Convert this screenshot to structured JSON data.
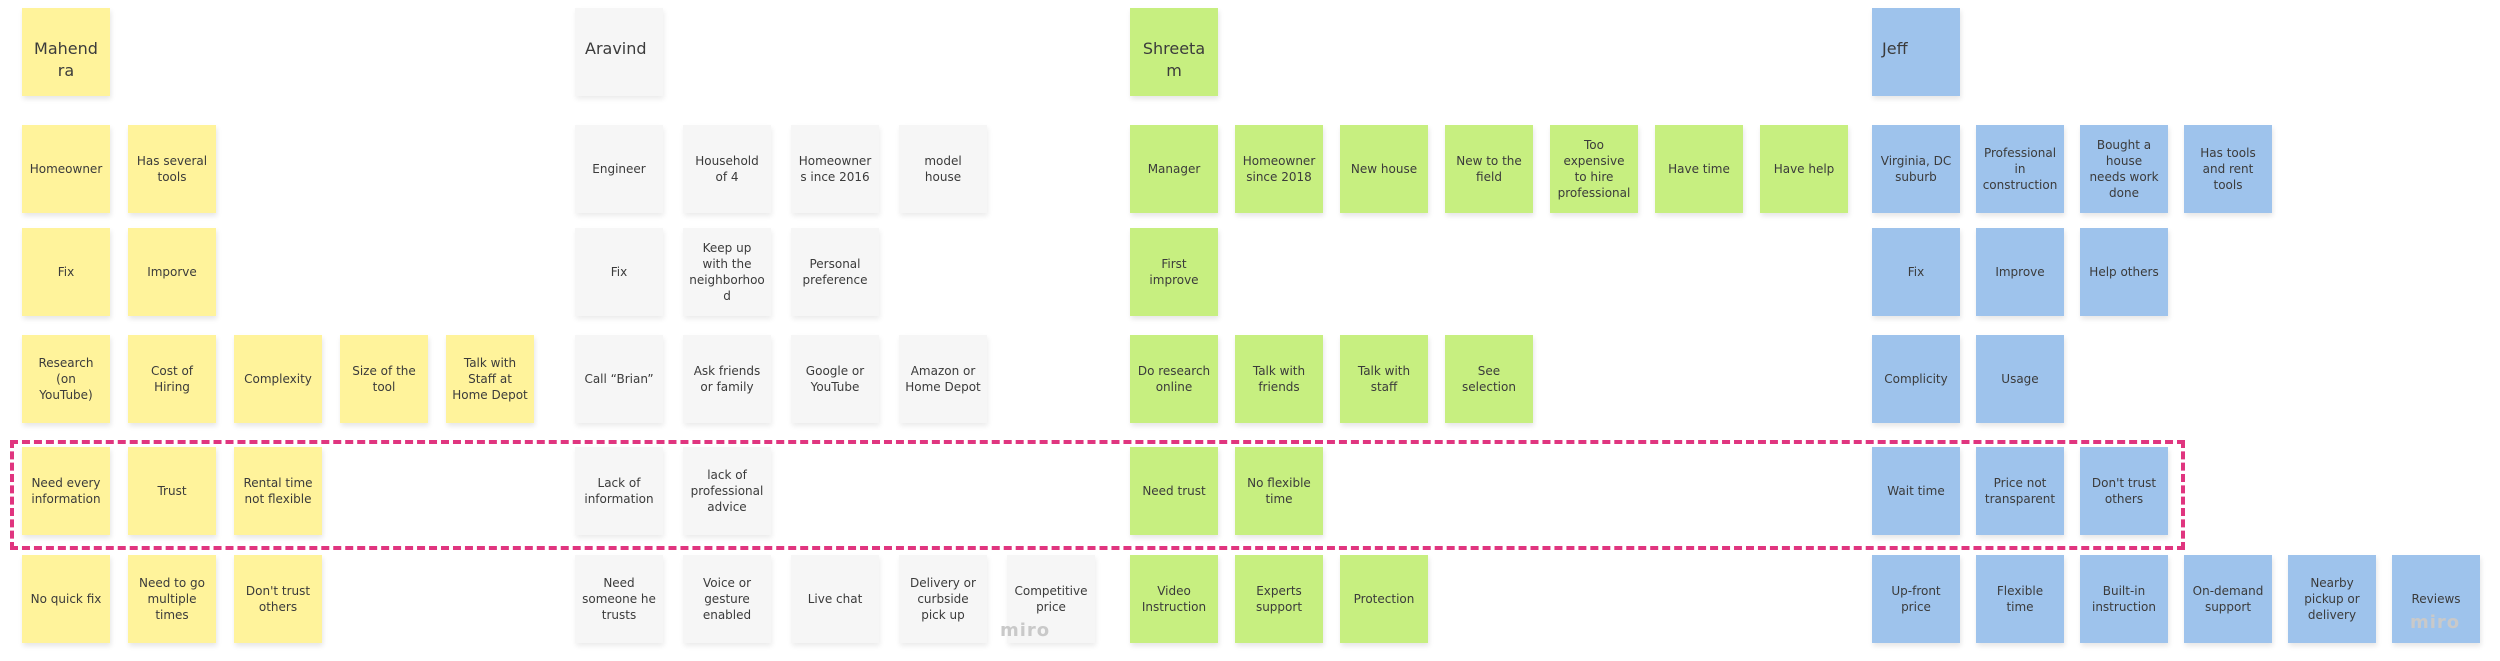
{
  "colors": {
    "yellow": "#fff39b",
    "white": "#f6f6f6",
    "green": "#c7ef80",
    "blue": "#9ec3ec",
    "highlight": "#e0357f"
  },
  "watermark": "miro",
  "columns": [
    {
      "name": "Mahendra",
      "color": "yellow",
      "rows": [
        [
          "Homeowner",
          "Has several tools"
        ],
        [
          "Fix",
          "Imporve"
        ],
        [
          "Research (on YouTube)",
          "Cost of Hiring",
          "Complexity",
          "Size of the tool",
          "Talk with Staff at Home Depot"
        ],
        [
          "Need every information",
          "Trust",
          "Rental time not flexible"
        ],
        [
          "No quick fix",
          "Need to go multiple times",
          "Don't trust others"
        ]
      ]
    },
    {
      "name": "Aravind",
      "color": "white",
      "rows": [
        [
          "Engineer",
          "Household of 4",
          "Homeowner s ince 2016",
          "model house"
        ],
        [
          "Fix",
          "Keep up with the neighborhoo d",
          "Personal preference"
        ],
        [
          "Call “Brian”",
          "Ask friends or family",
          "Google or YouTube",
          "Amazon or Home Depot"
        ],
        [
          "Lack of information",
          "lack of professional advice"
        ],
        [
          "Need someone he trusts",
          "Voice or gesture enabled",
          "Live chat",
          "Delivery or curbside pick up",
          "Competitive price"
        ]
      ]
    },
    {
      "name": "Shreetam",
      "color": "green",
      "rows": [
        [
          "Manager",
          "Homeowner since 2018",
          "New house",
          "New to the field",
          "Too expensive to hire professional",
          "Have time",
          "Have help"
        ],
        [
          "First improve"
        ],
        [
          "Do research online",
          "Talk with friends",
          "Talk with staff",
          "See selection"
        ],
        [
          "Need trust",
          "No flexible time"
        ],
        [
          "Video Instruction",
          "Experts support",
          "Protection"
        ]
      ]
    },
    {
      "name": "Jeff",
      "color": "blue",
      "rows": [
        [
          "Virginia, DC suburb",
          "Professional in construction",
          "Bought a house needs work done",
          "Has tools and rent tools"
        ],
        [
          "Fix",
          "Improve",
          "Help others"
        ],
        [
          "Complicity",
          "Usage"
        ],
        [
          "Wait time",
          "Price not transparent",
          "Don't trust others"
        ],
        [
          "Up-front price",
          "Flexible time",
          "Built-in instruction",
          "On-demand support",
          "Nearby pickup or delivery",
          "Reviews"
        ]
      ]
    }
  ]
}
